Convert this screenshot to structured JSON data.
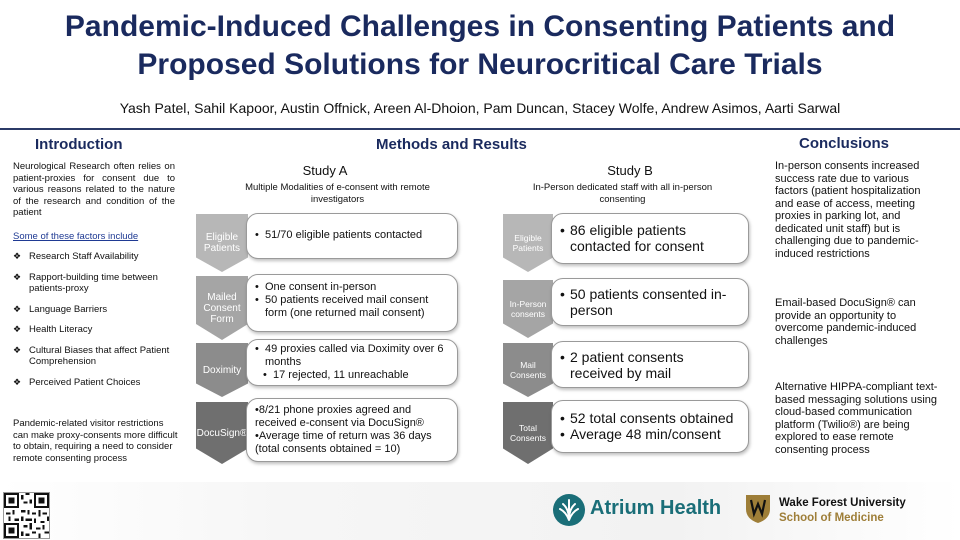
{
  "title_line1": "Pandemic-Induced Challenges in Consenting Patients and",
  "title_line2": "Proposed Solutions for Neurocritical Care Trials",
  "authors": "Yash Patel, Sahil Kapoor, Austin Offnick, Areen Al-Dhoion, Pam Duncan, Stacey Wolfe, Andrew Asimos, Aarti Sarwal",
  "introduction": {
    "heading": "Introduction",
    "paragraph": "Neurological Research often relies on patient-proxies for consent due to various reasons related to the nature of the research and condition of the patient",
    "factors_link": "Some of these factors include",
    "factors": [
      "Research Staff Availability",
      "Rapport-building time between patients-proxy",
      "Language Barriers",
      "Health Literacy",
      "Cultural Biases that affect Patient Comprehension",
      "Perceived Patient Choices"
    ],
    "closing": "Pandemic-related visitor restrictions can make proxy-consents more difficult to obtain, requiring a need to consider remote consenting process"
  },
  "methods": {
    "heading": "Methods and Results",
    "study_a": {
      "title": "Study A",
      "subtitle": "Multiple Modalities of e-consent with remote investigators",
      "labels": [
        "Eligible Patients",
        "Mailed Consent Form",
        "Doximity",
        "DocuSign®"
      ],
      "box1": [
        "51/70 eligible patients contacted"
      ],
      "box2": [
        "One consent in-person",
        "50 patients received mail consent form (one returned mail consent)"
      ],
      "box3_main": "49 proxies called via Doximity over 6 months",
      "box3_sub": "17 rejected, 11 unreachable",
      "box4_line1": "•8/21 phone proxies agreed and received e-consent via DocuSign®",
      "box4_line2": "•Average time of return was 36 days (total consents obtained = 10)"
    },
    "study_b": {
      "title": "Study B",
      "subtitle": "In-Person dedicated staff with all in-person consenting",
      "labels": [
        "Eligible Patients",
        "In-Person consents",
        "Mail Consents",
        "Total Consents"
      ],
      "box1": [
        "86 eligible patients contacted for consent"
      ],
      "box2": [
        "50 patients consented in-person"
      ],
      "box3": [
        "2 patient consents received by mail"
      ],
      "box4": [
        "52 total consents obtained",
        "Average 48 min/consent"
      ]
    }
  },
  "conclusions": {
    "heading": "Conclusions",
    "p1": "In-person consents increased success rate due to various factors (patient hospitalization and ease of access, meeting proxies in parking lot, and dedicated unit staff) but is challenging due to pandemic-induced restrictions",
    "p2": "Email-based DocuSign® can provide an opportunity to overcome pandemic-induced challenges",
    "p3": "Alternative HIPPA-compliant text-based messaging solutions using cloud-based communication platform (Twilio®) are being explored to ease remote consenting process"
  },
  "logos": {
    "atrium": "Atrium Health",
    "wf_line1": "Wake Forest University",
    "wf_line2": "School of Medicine"
  },
  "colors": {
    "title": "#1a2a5e",
    "atrium": "#1a6e78",
    "wf_gold": "#9e7e38"
  }
}
